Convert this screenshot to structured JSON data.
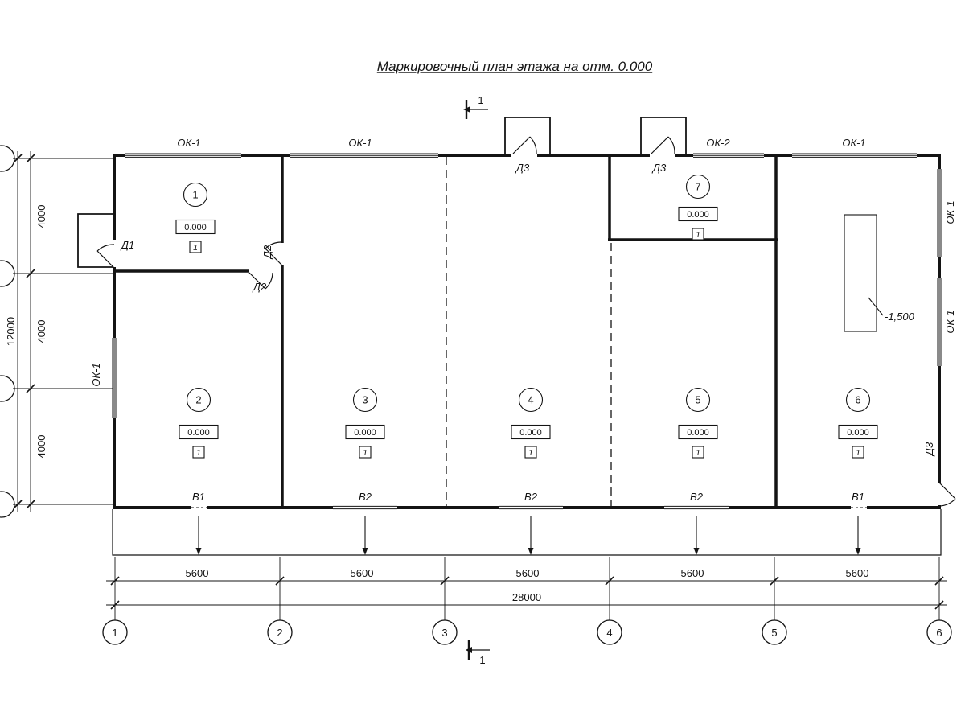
{
  "title": "Маркировочный план этажа на отм. 0.000",
  "section": {
    "label": "1"
  },
  "window_labels": {
    "top1": "ОК-1",
    "top2": "ОК-1",
    "top3": "ОК-2",
    "top4": "ОК-1",
    "left": "ОК-1",
    "right1": "ОК-1",
    "right2": "ОК-1"
  },
  "door_labels": {
    "d1": "Д1",
    "d2a": "Д2",
    "d2b": "Д2",
    "d3a": "Д3",
    "d3b": "Д3",
    "d3c": "Д3"
  },
  "rooms": [
    {
      "num": "1",
      "elev": "0.000",
      "finish": "1"
    },
    {
      "num": "2",
      "elev": "0.000",
      "finish": "1"
    },
    {
      "num": "3",
      "elev": "0.000",
      "finish": "1"
    },
    {
      "num": "4",
      "elev": "0.000",
      "finish": "1"
    },
    {
      "num": "5",
      "elev": "0.000",
      "finish": "1"
    },
    {
      "num": "6",
      "elev": "0.000",
      "finish": "1"
    },
    {
      "num": "7",
      "elev": "0.000",
      "finish": "1"
    }
  ],
  "drain_labels": [
    "В1",
    "В2",
    "В2",
    "В2",
    "В1"
  ],
  "level_mark": "-1,500",
  "dimensions": {
    "bays": [
      "5600",
      "5600",
      "5600",
      "5600",
      "5600"
    ],
    "total": "28000",
    "rows": [
      "4000",
      "4000",
      "4000"
    ],
    "total_vertical": "12000"
  },
  "grid_bubbles": [
    "1",
    "2",
    "3",
    "4",
    "5",
    "6"
  ]
}
